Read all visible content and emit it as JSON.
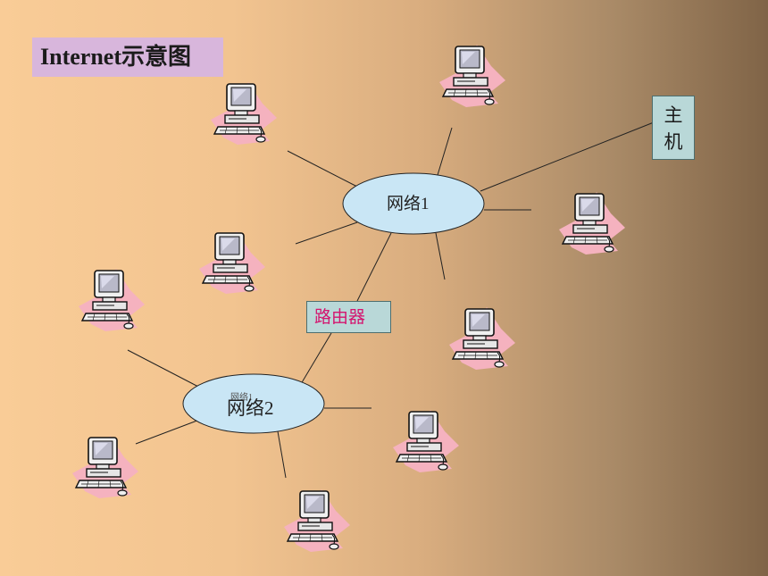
{
  "title": "Internet示意图",
  "network1": {
    "label": "网络1"
  },
  "network2": {
    "label": "网络2",
    "ghost_label": "网络1"
  },
  "router": {
    "label": "路由器"
  },
  "host": {
    "line1": "主",
    "line2": "机"
  },
  "colors": {
    "ellipse_fill": "#c9e6f5",
    "box_fill": "#b9d8d8",
    "title_bg": "#d8b6dc",
    "router_text": "#d4146e",
    "computer_shadow": "#f5b2bf"
  },
  "computers": [
    {
      "name": "computer-net1-top-left",
      "icon": "desktop-computer-icon"
    },
    {
      "name": "computer-net1-top-right",
      "icon": "desktop-computer-icon"
    },
    {
      "name": "computer-net1-right",
      "icon": "desktop-computer-icon"
    },
    {
      "name": "computer-net1-left",
      "icon": "desktop-computer-icon"
    },
    {
      "name": "computer-net1-bottom-right",
      "icon": "desktop-computer-icon"
    },
    {
      "name": "computer-net2-top-left",
      "icon": "desktop-computer-icon"
    },
    {
      "name": "computer-net2-bottom-left",
      "icon": "desktop-computer-icon"
    },
    {
      "name": "computer-net2-bottom",
      "icon": "desktop-computer-icon"
    },
    {
      "name": "computer-net2-right",
      "icon": "desktop-computer-icon"
    }
  ]
}
